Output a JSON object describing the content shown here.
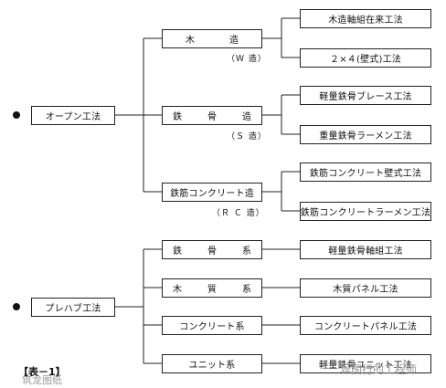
{
  "groups": {
    "open": {
      "label": "オープン工法",
      "branches": [
        {
          "label": "木　造",
          "sub": "（Ｗ 造）",
          "leaves": [
            "木造軸組在来工法",
            "２×４(壁式)工法"
          ]
        },
        {
          "label": "鉄　骨　造",
          "sub": "（Ｓ 造）",
          "leaves": [
            "軽量鉄骨ブレース工法",
            "重量鉄骨ラーメン工法"
          ]
        },
        {
          "label": "鉄筋コンクリート造",
          "sub": "（Ｒ Ｃ 造）",
          "leaves": [
            "鉄筋コンクリート壁式工法",
            "鉄筋コンクリートラーメン工法"
          ]
        }
      ]
    },
    "prefab": {
      "label": "プレハブ工法",
      "branches": [
        {
          "label": "鉄　骨　系",
          "leaf": "軽量鉄骨軸組工法"
        },
        {
          "label": "木　質　系",
          "leaf": "木質パネル工法"
        },
        {
          "label": "コンクリート系",
          "leaf": "コンクリートパネル工法"
        },
        {
          "label": "ユニット系",
          "leaf": "軽量鉄骨ユニット工法"
        }
      ]
    }
  },
  "caption": "【表－1】",
  "watermark_left": "筑龙图纸",
  "watermark_right": "异国行的工程师"
}
